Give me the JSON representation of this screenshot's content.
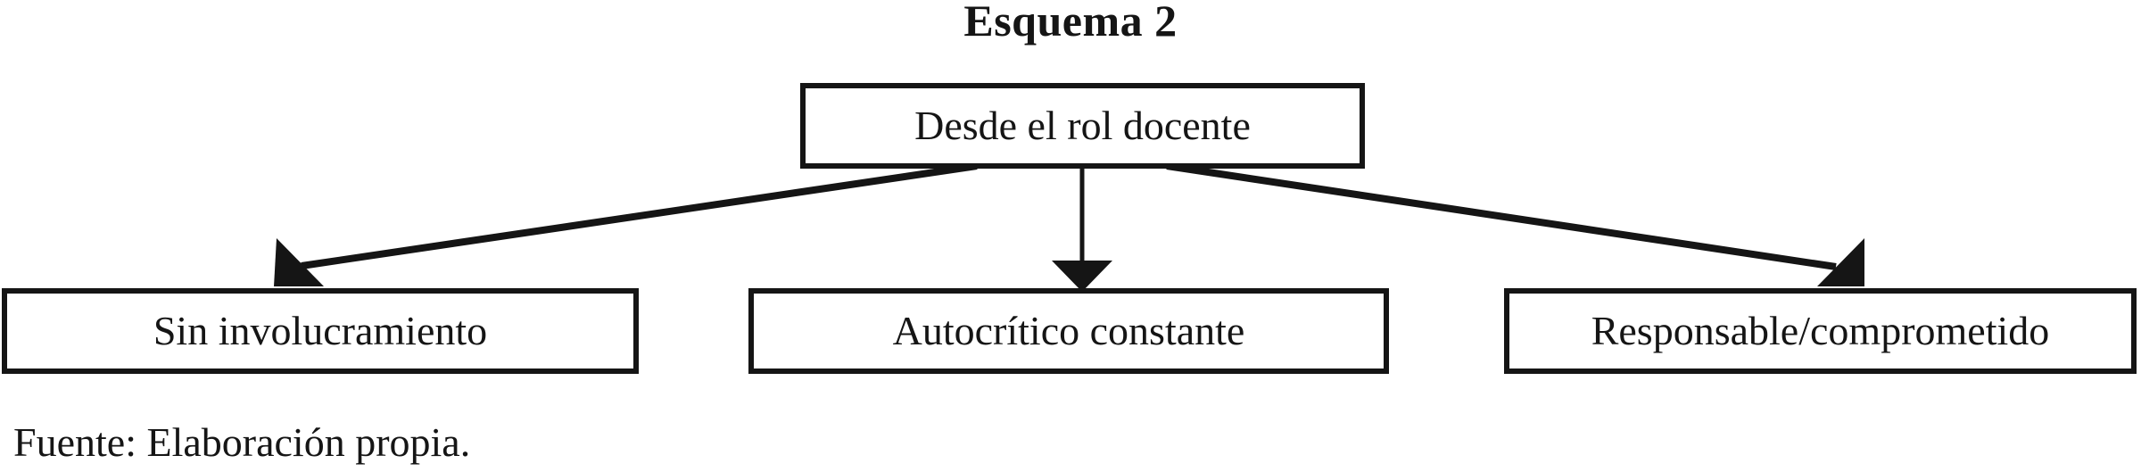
{
  "page": {
    "title": "Esquema 2",
    "source_note": "Fuente: Elaboración propia.",
    "colors": {
      "ink": "#151515",
      "background": "#ffffff"
    }
  },
  "diagram": {
    "type": "tree",
    "root": {
      "label": "Desde el rol docente"
    },
    "children": [
      {
        "label": "Sin involucramiento"
      },
      {
        "label": "Autocrítico constante"
      },
      {
        "label": "Responsable/comprometido"
      }
    ]
  }
}
